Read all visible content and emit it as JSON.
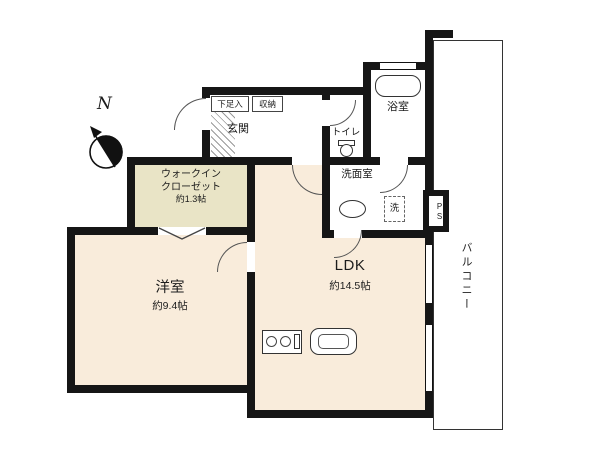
{
  "plan": {
    "compass_label": "N",
    "balcony_label": "バルコニー",
    "pipe_space_label": "PS",
    "rooms": {
      "ldk": {
        "name": "LDK",
        "size": "約14.5帖"
      },
      "western": {
        "name": "洋室",
        "size": "約9.4帖"
      },
      "wic": {
        "name_line1": "ウォークイン",
        "name_line2": "クローゼット",
        "size": "約1.3帖"
      },
      "entrance_label": "玄関",
      "shoe_cabinet_label": "下足入",
      "storage_label": "収納",
      "toilet_label": "トイレ",
      "bath_label": "浴室",
      "washroom_label": "洗面室",
      "washer_label": "洗"
    },
    "colors": {
      "wall": "#161616",
      "room_fill": "#f9ecdb",
      "wic_fill": "#e9e4c6",
      "arc": "#555555"
    }
  }
}
